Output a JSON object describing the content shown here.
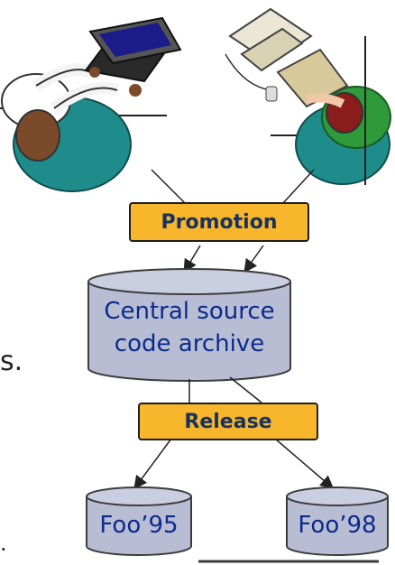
{
  "labels": {
    "promotion": "Promotion",
    "release": "Release"
  },
  "archive": {
    "line1": "Central source",
    "line2": "code archive"
  },
  "releases": {
    "left": "Foo’95",
    "right": "Foo’98"
  },
  "fragments": {
    "side_letter": "s.",
    "bottom_dot": "."
  },
  "colors": {
    "label_fill": "#f7b62b",
    "label_text": "#17325f",
    "cylinder_fill": "#b8bdd4",
    "cylinder_text": "#0b2a8a"
  }
}
